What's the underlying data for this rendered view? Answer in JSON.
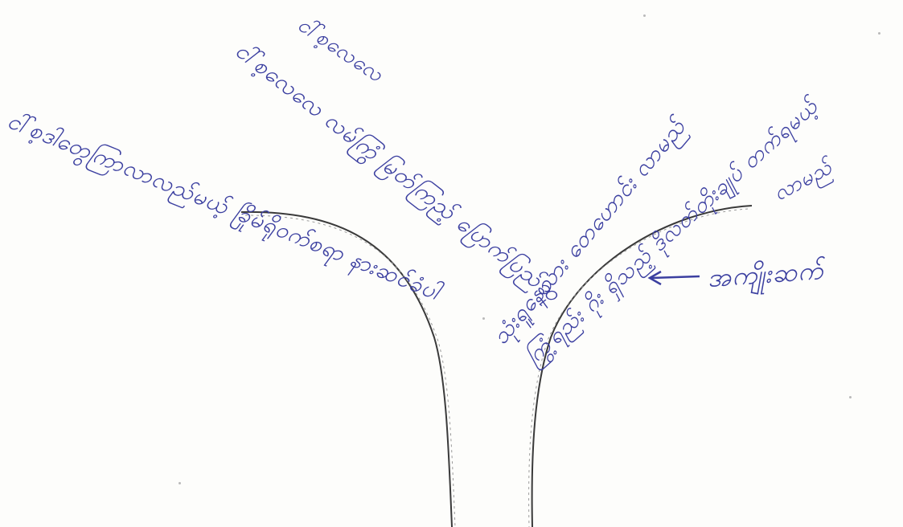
{
  "tree": {
    "branches": [
      {
        "id": "b1",
        "text": "ငါ်စ့ဒါတွေကြာလာလည်မယ့် ခြိုမ်ရိုဝက်စရာ နားဆင်ခံပါ",
        "color": "#3b3fa0"
      },
      {
        "id": "b2",
        "text": "ငါ်စ့လေလေ လမ်ကြွံ မြတ်ကြည့် ပြောက်ပြည်ဆု",
        "color": "#3b3fa0"
      },
      {
        "id": "b3",
        "text": "ငါ်စ့လေလေ",
        "color": "#3b3fa0"
      },
      {
        "id": "b4",
        "text": "သုံးရူနေသား တေဟောင်း လာမည်",
        "color": "#3b3fa0"
      },
      {
        "id": "b5",
        "text": "ကြွံ့ရည်း ဂိုး ရှိသည့် ဒိုလတ်တိုးချုပ် တက်ရမယ့်",
        "color": "#3b3fa0"
      },
      {
        "id": "b6",
        "text": "လာမည်",
        "color": "#3b3fa0"
      }
    ],
    "label": {
      "text": "အကျိုးဆက်",
      "arrow": "←"
    }
  }
}
